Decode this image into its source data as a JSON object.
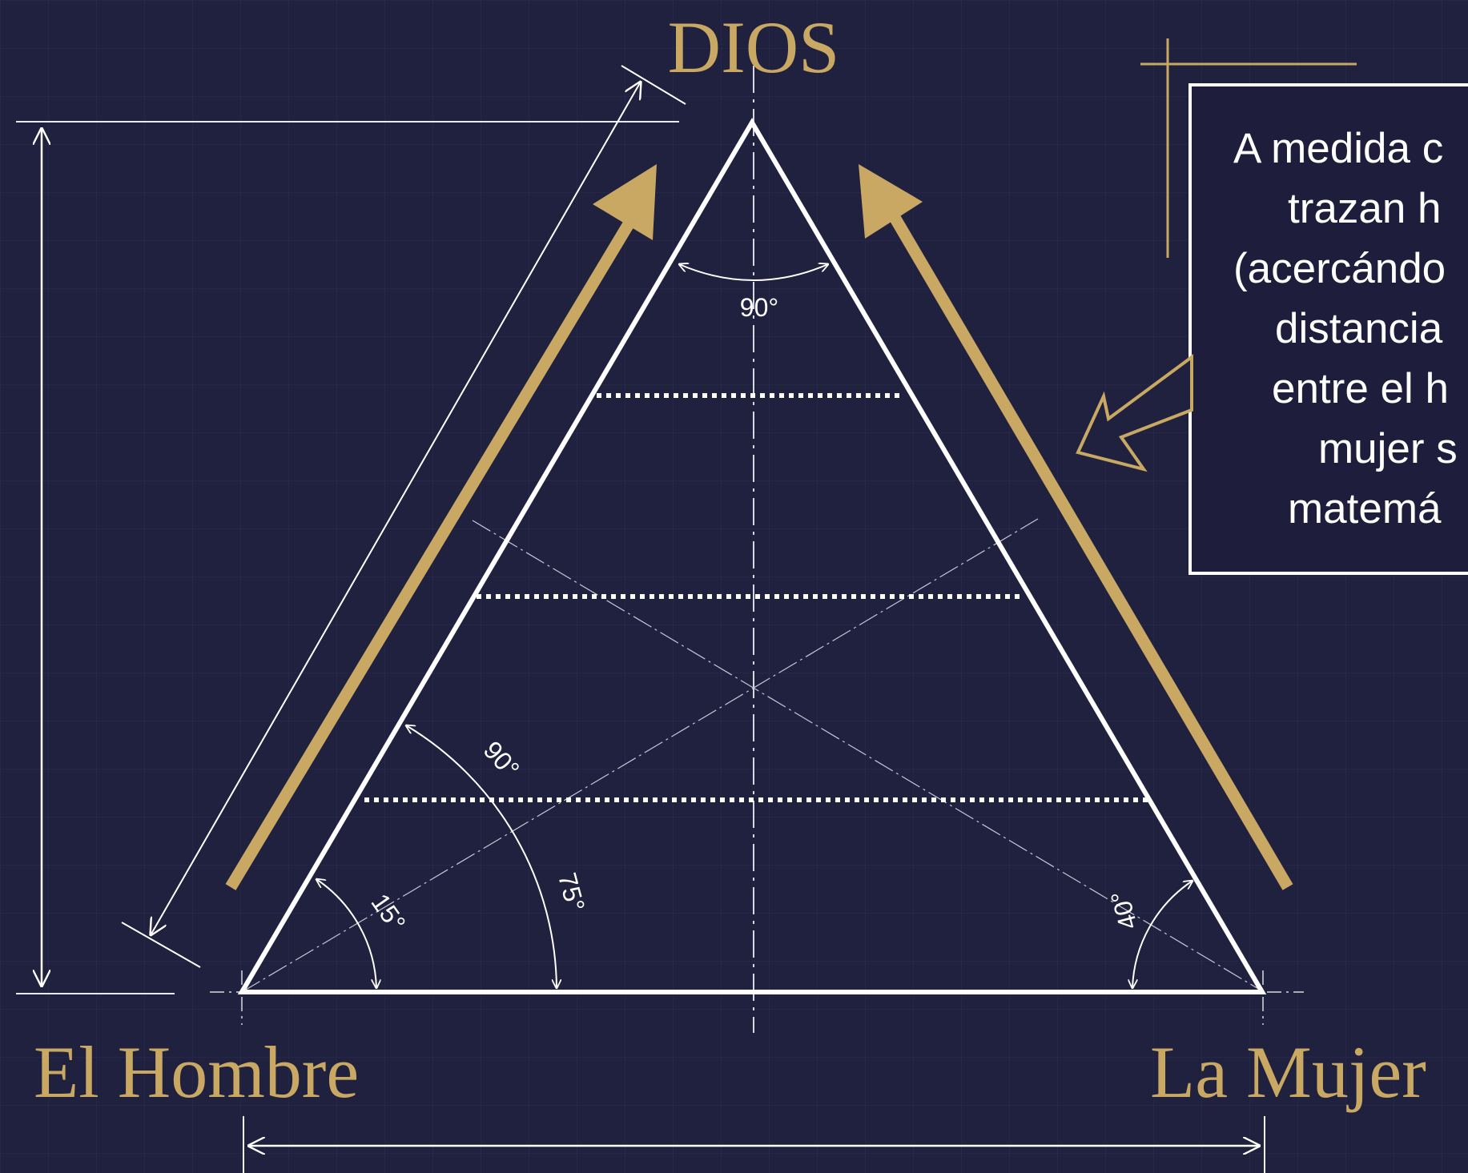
{
  "labels": {
    "top": "DIOS",
    "left": "El Hombre",
    "right": "La Mujer"
  },
  "angles": {
    "apex": "90°",
    "left_mid": "90°",
    "left_75": "75°",
    "left_base": "15°",
    "right_base": "40°"
  },
  "callout": {
    "lines": [
      "A medida c",
      "trazan h",
      "(acercándo",
      "distancia",
      "entre el h",
      "mujer s",
      "matemá"
    ]
  },
  "colors": {
    "background": "#20203f",
    "gold": "#c8a862",
    "line": "#ffffff"
  }
}
